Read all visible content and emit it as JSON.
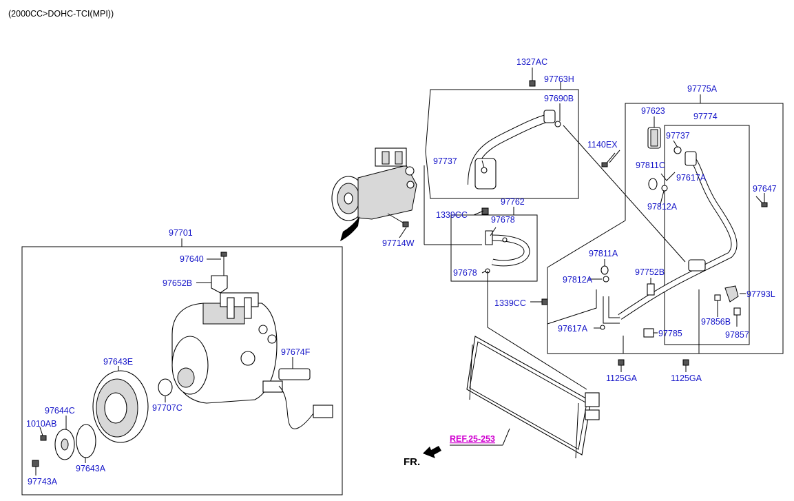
{
  "header": {
    "engine_spec": "(2000CC>DOHC-TCI(MPI))"
  },
  "labels": {
    "l_1327AC": "1327AC",
    "l_97763H": "97763H",
    "l_97690B": "97690B",
    "l_97775A": "97775A",
    "l_97623": "97623",
    "l_97774": "97774",
    "l_1140EX": "1140EX",
    "l_97737_right": "97737",
    "l_97811C": "97811C",
    "l_97617A_top": "97617A",
    "l_97647": "97647",
    "l_97812A_top": "97812A",
    "l_97737_left": "97737",
    "l_97762": "97762",
    "l_1339CC_top": "1339CC",
    "l_97678_top": "97678",
    "l_97714W": "97714W",
    "l_97678_bottom": "97678",
    "l_97811A": "97811A",
    "l_97812A_mid": "97812A",
    "l_97752B": "97752B",
    "l_1339CC_mid": "1339CC",
    "l_97793L": "97793L",
    "l_97856B": "97856B",
    "l_97617A_bottom": "97617A",
    "l_97785": "97785",
    "l_97857": "97857",
    "l_1125GA_a": "1125GA",
    "l_1125GA_b": "1125GA",
    "l_97701": "97701",
    "l_97640": "97640",
    "l_97652B": "97652B",
    "l_97674F": "97674F",
    "l_97643E": "97643E",
    "l_97707C": "97707C",
    "l_97644C": "97644C",
    "l_1010AB": "1010AB",
    "l_97643A": "97643A",
    "l_97743A": "97743A"
  },
  "reference": {
    "label": "REF.25-253"
  },
  "direction": {
    "label": "FR."
  },
  "icons": {
    "front_arrow": "front-direction-arrow-icon"
  },
  "colors": {
    "part_label": "#1414c8",
    "reference": "#d000d0",
    "line": "#000000"
  }
}
